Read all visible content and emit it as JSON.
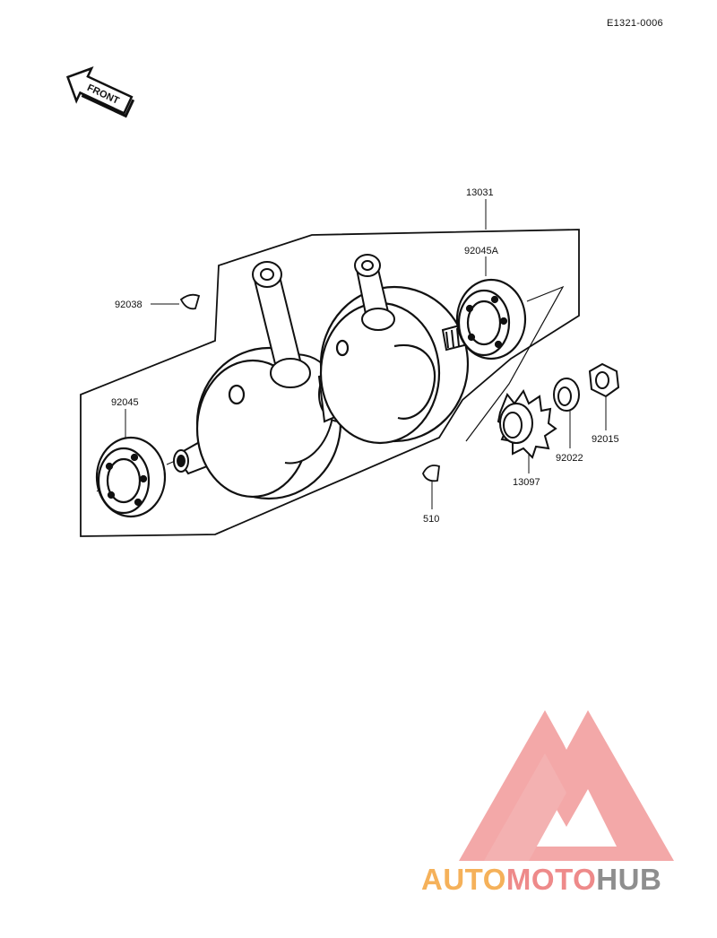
{
  "diagram_code": "E1321-0006",
  "front_label": "FRONT",
  "parts": [
    {
      "key": "crankshaft_assembly",
      "number": "13031"
    },
    {
      "key": "bearing_right",
      "number": "92045A"
    },
    {
      "key": "key_left",
      "number": "92038"
    },
    {
      "key": "bearing_left",
      "number": "92045"
    },
    {
      "key": "nut",
      "number": "92015"
    },
    {
      "key": "washer",
      "number": "92022"
    },
    {
      "key": "gear",
      "number": "13097"
    },
    {
      "key": "woodruff_key",
      "number": "510"
    }
  ],
  "watermark": {
    "part1": "AUTO",
    "part2": "MOTO",
    "part3": "HUB",
    "colors": [
      "#f5b15a",
      "#ee8a8a",
      "#8e8e8e"
    ]
  }
}
